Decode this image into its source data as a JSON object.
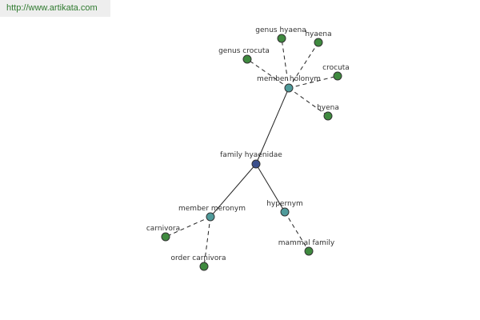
{
  "site_url": "http://www.artikata.com",
  "colors": {
    "root_node": "#3b4f8c",
    "relation_node": "#4f9a9a",
    "leaf_node": "#3f8a3f",
    "url_text": "#2f7a2f",
    "url_bg": "#eeeeee"
  },
  "graph": {
    "nodes": [
      {
        "id": "family-hyaenidae",
        "label": "family hyaenidae",
        "kind": "root"
      },
      {
        "id": "member-holonym",
        "label": "member holonym",
        "kind": "relation"
      },
      {
        "id": "member-meronym",
        "label": "member meronym",
        "kind": "relation"
      },
      {
        "id": "hypernym",
        "label": "hypernym",
        "kind": "relation"
      },
      {
        "id": "genus-hyaena",
        "label": "genus hyaena",
        "kind": "leaf"
      },
      {
        "id": "hyaena",
        "label": "hyaena",
        "kind": "leaf"
      },
      {
        "id": "genus-crocuta",
        "label": "genus crocuta",
        "kind": "leaf"
      },
      {
        "id": "crocuta",
        "label": "crocuta",
        "kind": "leaf"
      },
      {
        "id": "hyena",
        "label": "hyena",
        "kind": "leaf"
      },
      {
        "id": "carnivora",
        "label": "carnivora",
        "kind": "leaf"
      },
      {
        "id": "order-carnivora",
        "label": "order carnivora",
        "kind": "leaf"
      },
      {
        "id": "mammal-family",
        "label": "mammal family",
        "kind": "leaf"
      }
    ],
    "edges": [
      {
        "from": "family-hyaenidae",
        "to": "member-holonym",
        "style": "solid"
      },
      {
        "from": "family-hyaenidae",
        "to": "member-meronym",
        "style": "solid"
      },
      {
        "from": "family-hyaenidae",
        "to": "hypernym",
        "style": "solid"
      },
      {
        "from": "member-holonym",
        "to": "genus-hyaena",
        "style": "dashed"
      },
      {
        "from": "member-holonym",
        "to": "hyaena",
        "style": "dashed"
      },
      {
        "from": "member-holonym",
        "to": "genus-crocuta",
        "style": "dashed"
      },
      {
        "from": "member-holonym",
        "to": "crocuta",
        "style": "dashed"
      },
      {
        "from": "member-holonym",
        "to": "hyena",
        "style": "dashed"
      },
      {
        "from": "member-meronym",
        "to": "carnivora",
        "style": "dashed"
      },
      {
        "from": "member-meronym",
        "to": "order-carnivora",
        "style": "dashed"
      },
      {
        "from": "hypernym",
        "to": "mammal-family",
        "style": "dashed"
      }
    ]
  }
}
